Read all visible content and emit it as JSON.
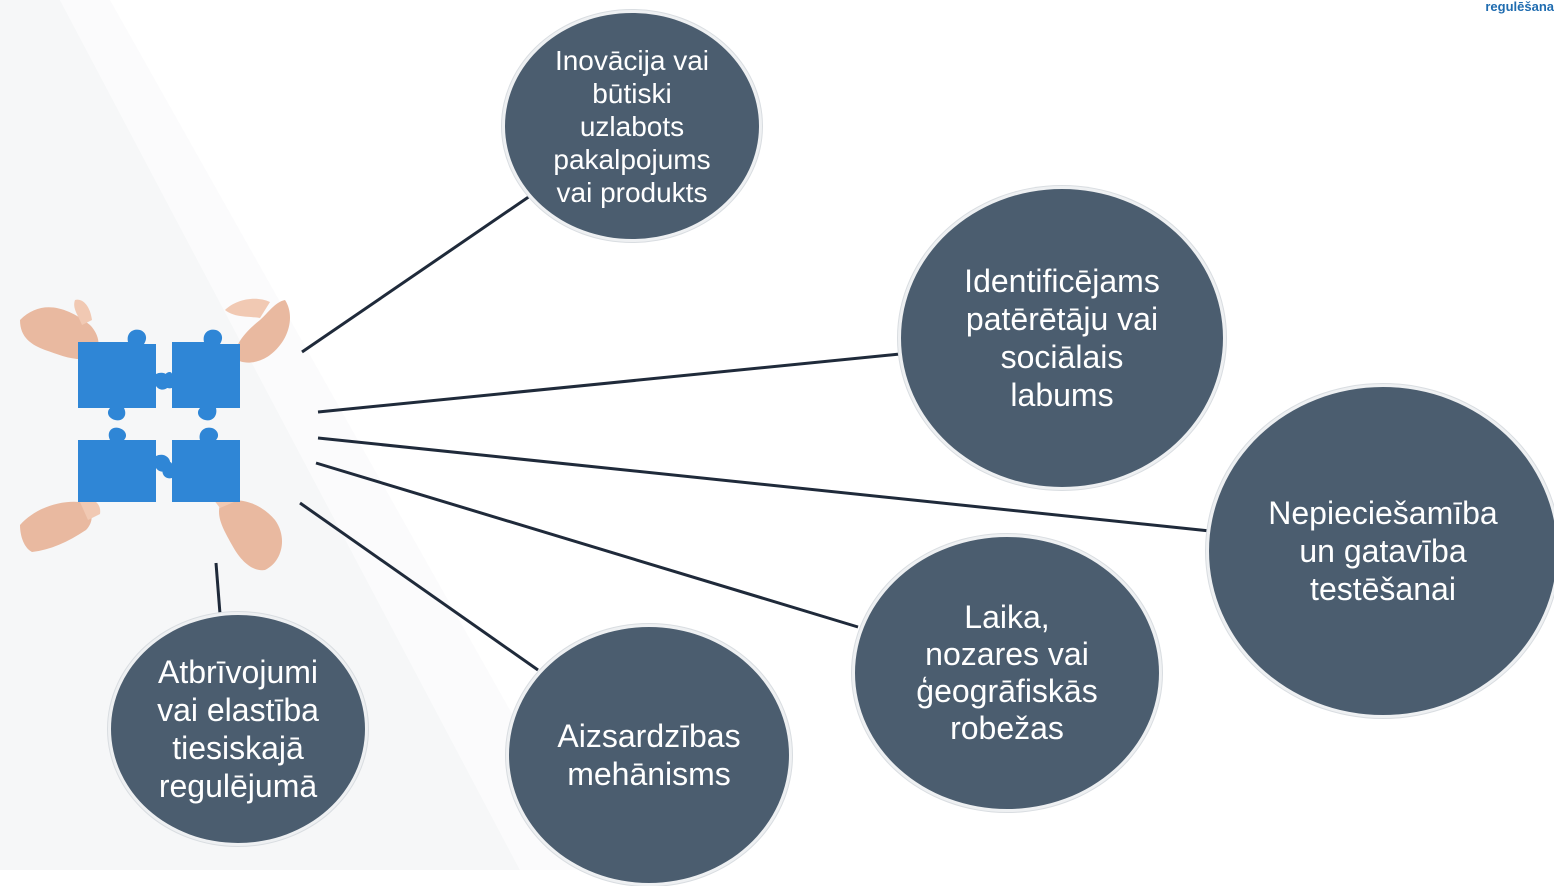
{
  "header": {
    "corner_text": "regulēšana"
  },
  "image": {
    "icon": "puzzle-hands-image"
  },
  "colors": {
    "bubble_fill": "#4b5d6f",
    "connector": "#1f2a3a",
    "corner_text": "#1f6cb0",
    "puzzle_blue": "#2f86d6"
  },
  "bubbles": {
    "innovation": "Inovācija vai\nbūtiski\nuzlabots\npakalpojums\nvai produkts",
    "benefit": "Identificējams\npatērētāju vai\nsociālais\nlabums",
    "need": "Nepieciešamība\nun gatavība\ntestēšanai",
    "boundaries": "Laika,\nnozares vai\nģeogrāfiskās\nrobežas",
    "safeguards": "Aizsardzības\nmehānisms",
    "exemptions": "Atbrīvojumi\nvai elastība\ntiesiskajā\nregulējumā"
  }
}
